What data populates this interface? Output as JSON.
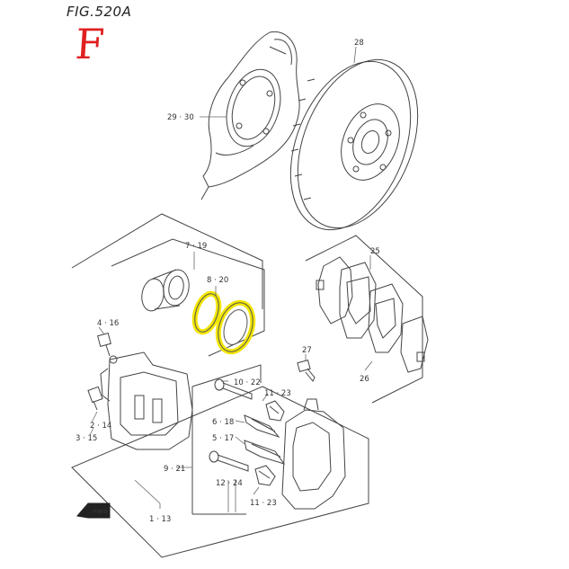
{
  "figure": {
    "title": "FIG.520A",
    "handwritten_mark": "F"
  },
  "colors": {
    "line": "#444444",
    "highlight": "#f2e600",
    "handwriting": "#e02020"
  },
  "callouts": {
    "c28": "28",
    "c29_30": "29 · 30",
    "c7_19": "7 · 19",
    "c8_20": "8 · 20",
    "c25": "25",
    "c26": "26",
    "c4_16": "4 · 16",
    "c27": "27",
    "c10_22": "10 · 22",
    "c11_23_top": "11 · 23",
    "c6_18": "6 · 18",
    "c5_17": "5 · 17",
    "c2_14": "2 · 14",
    "c3_15": "3 · 15",
    "c9_21": "9 · 21",
    "c12_24": "12 · 24",
    "c11_23_bottom": "11 · 23",
    "c1_13": "1 · 13"
  },
  "front_arrow": {
    "label": "FWD",
    "icon": "front-arrow-icon"
  }
}
